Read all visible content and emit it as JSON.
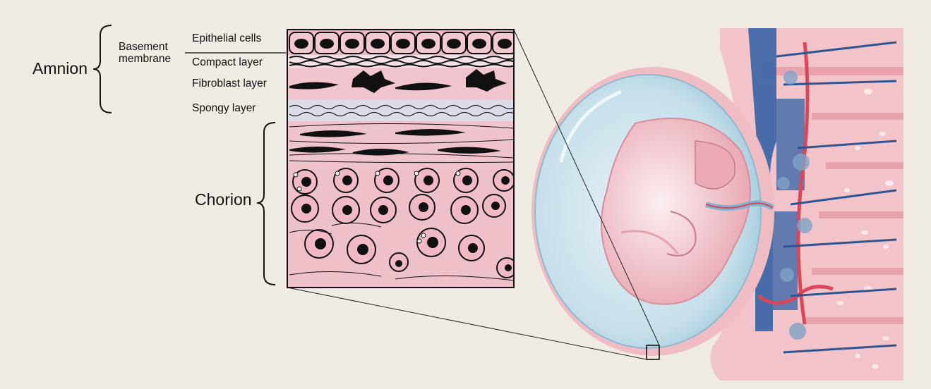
{
  "labels": {
    "amnion": "Amnion",
    "chorion": "Chorion",
    "basement_membrane_line1": "Basement",
    "basement_membrane_line2": "membrane",
    "epithelial_cells": "Epithelial cells",
    "compact_layer": "Compact layer",
    "fibroblast_layer": "Fibroblast layer",
    "spongy_layer": "Spongy layer"
  },
  "colors": {
    "background": "#efebe2",
    "amnion_fluid": "#cfe3ee",
    "tissue_pink": "#f3c9cf",
    "layer_pink": "#eec3cc",
    "spongy_lavender": "#dcdbe8",
    "vessel_blue": "#3f68a8",
    "vessel_red": "#d9475a",
    "outline": "#111111"
  }
}
